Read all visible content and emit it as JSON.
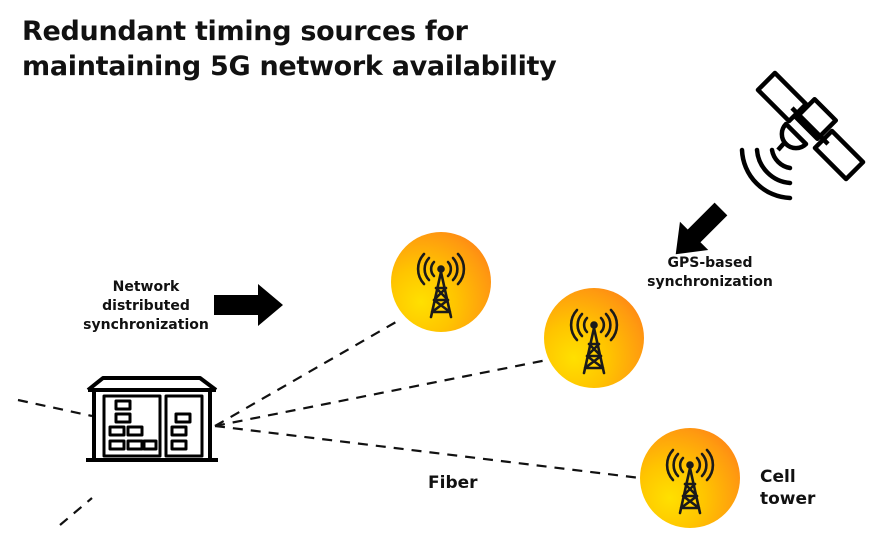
{
  "title": {
    "line1": "Redundant timing sources for",
    "line2": "maintaining 5G network availability"
  },
  "labels": {
    "network_sync": [
      "Network",
      "distributed",
      "synchronization"
    ],
    "gps_sync": [
      "GPS-based",
      "synchronization"
    ],
    "fiber": "Fiber",
    "cell_tower": [
      "Cell",
      "tower"
    ]
  },
  "icons": {
    "satellite": "satellite-icon",
    "data_center": "data-center-icon",
    "cell_tower": "cell-tower-icon",
    "arrow": "arrow-icon"
  },
  "colors": {
    "tower_gradient_start": "#ffe000",
    "tower_gradient_end": "#ff6d1a",
    "line": "#111111"
  }
}
